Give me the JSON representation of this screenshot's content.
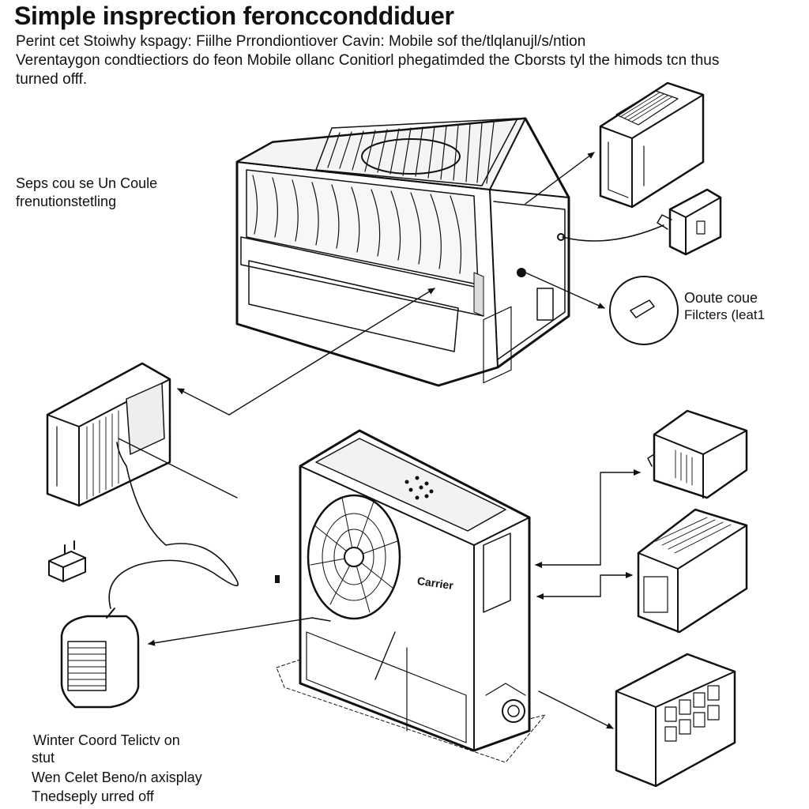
{
  "title": "Simple insprection feroncconddiduer",
  "intro": [
    "Perint cet Stoiwhy kspagy: Fiilhe Prrondiontiover Cavin: Mobile sof the/tlqlanujl/s/ntion",
    "Verentaygon condtiectiors do feon Mobile ollanc Conitiorl phegatimded the Cborsts tyl the himods tcn thus",
    "turned offf."
  ],
  "labels": {
    "left_top": [
      "Seps cou se Un Coule",
      "frenutionstetling"
    ],
    "right_callout": [
      "Ooute coue",
      "Filcters (leat1"
    ],
    "brand": "Carrier",
    "bottom_notes": [
      "Winter Coord Telictv on",
      "stut",
      "Wen Celet Beno/n axisplay",
      "Tnedseply urred off"
    ]
  },
  "icons": [
    "indoor-unit",
    "filter-box",
    "plug",
    "magnifier-callout",
    "evaporator-coil",
    "small-plug",
    "power-adapter",
    "outdoor-unit",
    "fan",
    "control-box",
    "compressor",
    "capacitor-block"
  ]
}
